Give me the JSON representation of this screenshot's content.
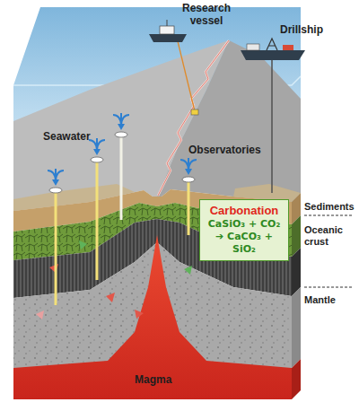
{
  "diagram": {
    "nodes": [
      {
        "text": [
          "Carbonation",
          "CaSiO₃ + CO₂ ➔ CaCO₃ + SiO₂"
        ]
      }
    ],
    "labels": [
      "Research vessel",
      "Drillship",
      "Seawater",
      "Observatories",
      "Sediments",
      "Oceanic crust",
      "Mantle",
      "Magma"
    ]
  }
}
